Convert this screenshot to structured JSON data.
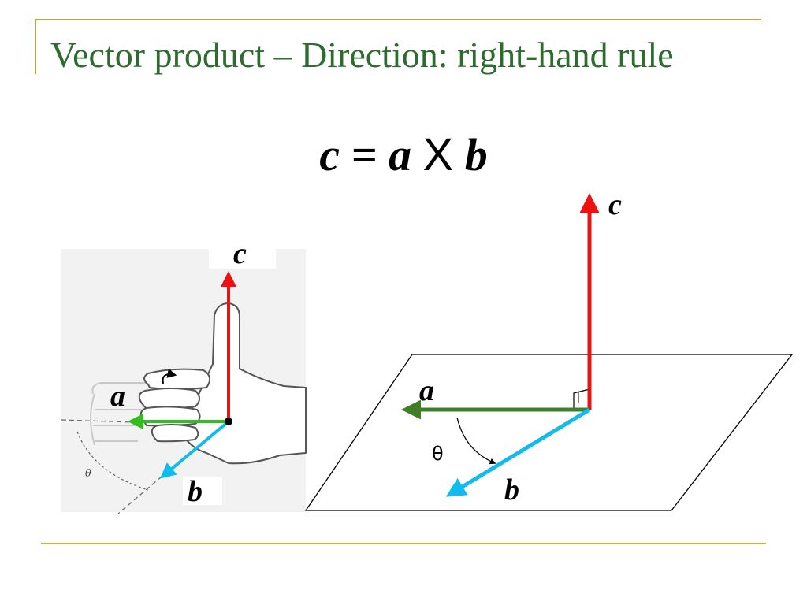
{
  "slide": {
    "title": "Vector product – Direction: right-hand rule",
    "equation": {
      "lhs": "c",
      "eq": "=",
      "a": "a",
      "op": "X",
      "b": "b"
    }
  },
  "hand_figure": {
    "labels": {
      "c": "c",
      "a": "a",
      "b": "b",
      "theta": "θ"
    }
  },
  "plane_figure": {
    "labels": {
      "c": "c",
      "a": "a",
      "b": "b",
      "theta": "θ"
    }
  },
  "colors": {
    "title": "#2e6b2e",
    "rule": "#d4a017",
    "c_vector": "#ee1111",
    "a_vector_plane": "#3f7f2a",
    "a_vector_hand": "#33bb22",
    "b_vector": "#11bbee"
  }
}
